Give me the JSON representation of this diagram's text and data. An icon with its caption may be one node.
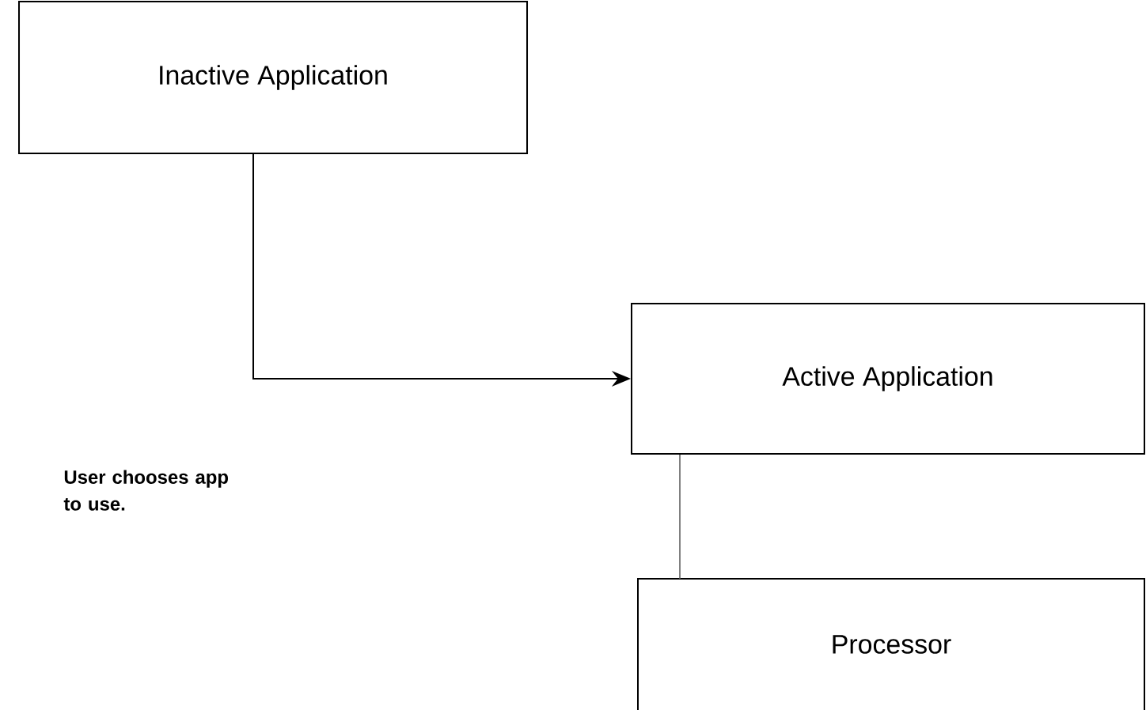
{
  "diagram": {
    "nodes": [
      {
        "text": [
          "Inactive Application"
        ]
      },
      {
        "text": [
          "Active Application"
        ]
      },
      {
        "text": [
          "Processor"
        ]
      }
    ],
    "edges": [
      {
        "from": 0,
        "to": 1,
        "arrow": "to"
      },
      {
        "from": 1,
        "to": 2,
        "arrow": "none",
        "color": "#808080"
      }
    ],
    "labels": [
      "User chooses app to use."
    ]
  }
}
